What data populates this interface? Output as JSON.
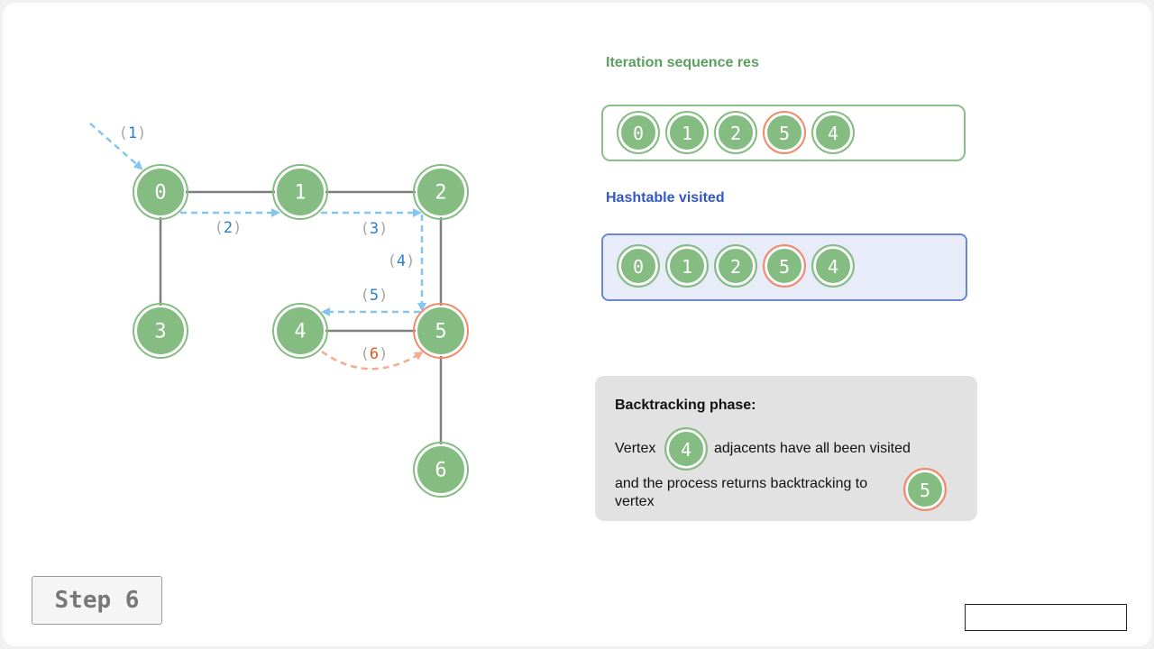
{
  "colors": {
    "node_fill": "#84bc82",
    "node_ring": "#84bc82",
    "current_ring": "#f08a6a",
    "edge": "#7f7f7f",
    "arrow_blue": "#86c6ee",
    "arrow_orange": "#f2ad90",
    "label_blue": "#2a7fc9",
    "label_orange": "#e0551f",
    "paren": "#a7a7a7"
  },
  "graph": {
    "nodes": [
      {
        "id": "0",
        "current": false
      },
      {
        "id": "1",
        "current": false
      },
      {
        "id": "2",
        "current": false
      },
      {
        "id": "3",
        "current": false
      },
      {
        "id": "4",
        "current": false
      },
      {
        "id": "5",
        "current": true
      },
      {
        "id": "6",
        "current": false
      }
    ],
    "edges": [
      [
        "0",
        "1"
      ],
      [
        "1",
        "2"
      ],
      [
        "0",
        "3"
      ],
      [
        "2",
        "5"
      ],
      [
        "4",
        "5"
      ],
      [
        "5",
        "6"
      ]
    ],
    "steps": [
      {
        "label": "1",
        "color": "blue"
      },
      {
        "label": "2",
        "color": "blue"
      },
      {
        "label": "3",
        "color": "blue"
      },
      {
        "label": "4",
        "color": "blue"
      },
      {
        "label": "5",
        "color": "blue"
      },
      {
        "label": "6",
        "color": "orange"
      }
    ]
  },
  "res": {
    "title": "Iteration sequence res",
    "items": [
      {
        "label": "0",
        "current": false
      },
      {
        "label": "1",
        "current": false
      },
      {
        "label": "2",
        "current": false
      },
      {
        "label": "5",
        "current": true
      },
      {
        "label": "4",
        "current": false
      }
    ]
  },
  "visited": {
    "title": "Hashtable visited",
    "items": [
      {
        "label": "0",
        "current": false
      },
      {
        "label": "1",
        "current": false
      },
      {
        "label": "2",
        "current": false
      },
      {
        "label": "5",
        "current": true
      },
      {
        "label": "4",
        "current": false
      }
    ]
  },
  "info": {
    "title": "Backtracking phase:",
    "line1_prefix": "Vertex",
    "line1_vertex": "4",
    "line1_suffix": "adjacents have all been visited",
    "line2": "and the process returns backtracking to vertex",
    "line2_vertex": "5"
  },
  "step": {
    "label": "Step 6"
  }
}
